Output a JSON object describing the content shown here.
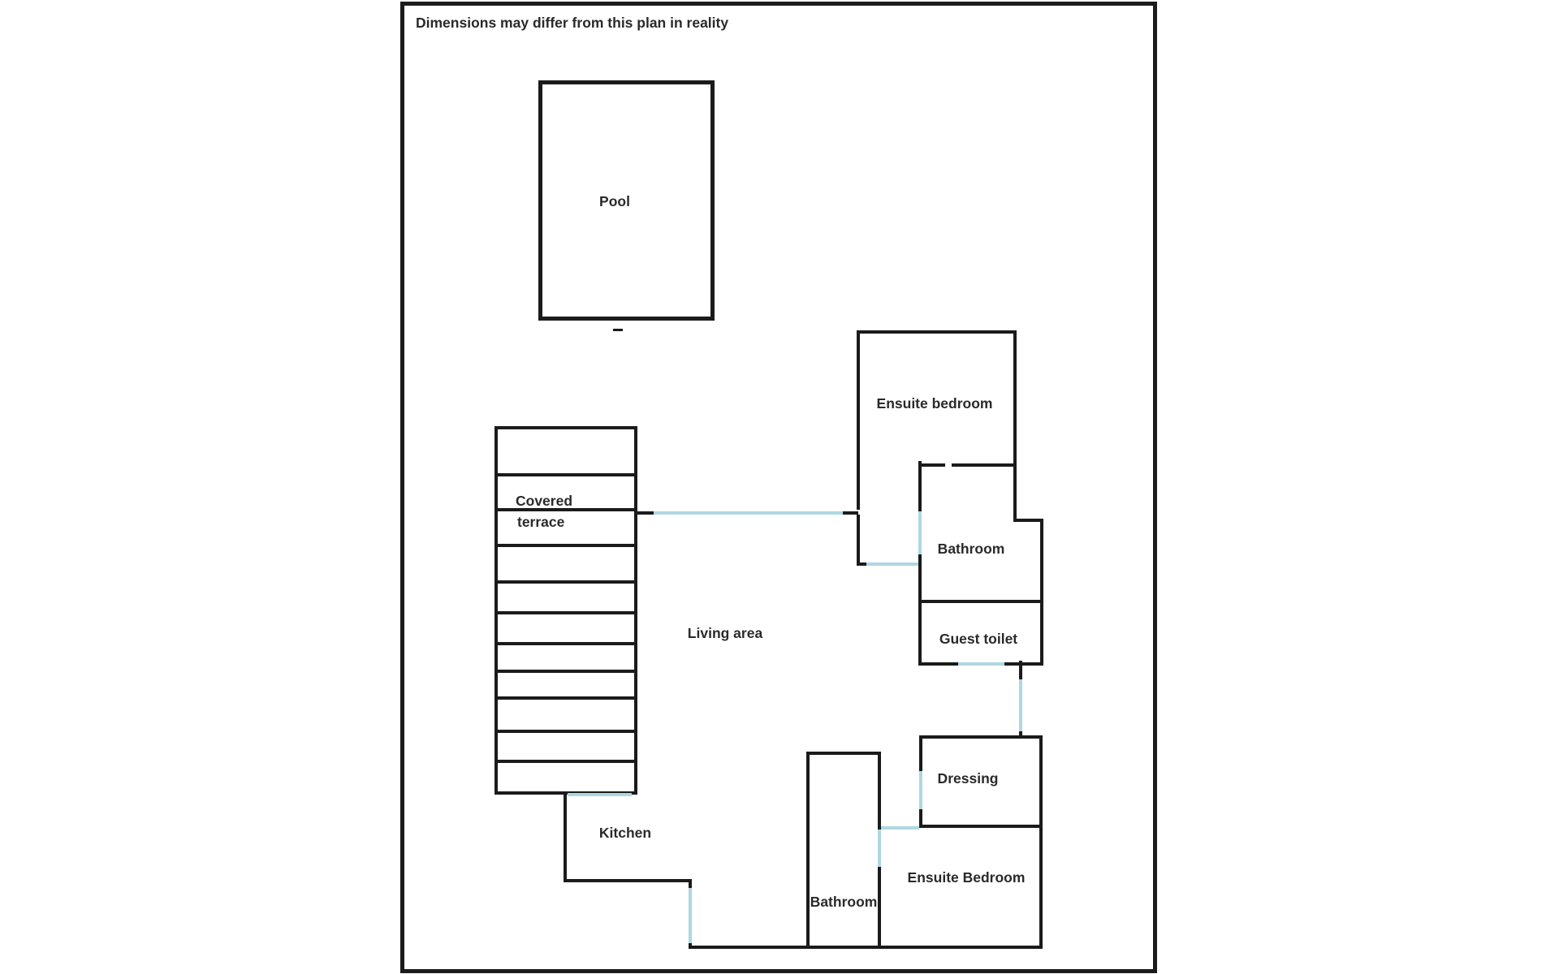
{
  "disclaimer": "Dimensions may differ from this plan in reality",
  "rooms": {
    "pool": {
      "label": "Pool"
    },
    "covered_terrace": {
      "label_line1": "Covered",
      "label_line2": "terrace"
    },
    "living_area": {
      "label": "Living area"
    },
    "kitchen": {
      "label": "Kitchen"
    },
    "ensuite_bedroom_top": {
      "label": "Ensuite bedroom"
    },
    "bathroom_top": {
      "label": "Bathroom"
    },
    "guest_toilet": {
      "label": "Guest toilet"
    },
    "dressing": {
      "label": "Dressing"
    },
    "bathroom_bottom": {
      "label": "Bathroom"
    },
    "ensuite_bedroom_bottom": {
      "label": "Ensuite Bedroom"
    }
  },
  "colors": {
    "wall": "#1b1b1b",
    "door_opening": "#aed7e2",
    "text": "#2a2a2a",
    "paper": "#ffffff"
  }
}
